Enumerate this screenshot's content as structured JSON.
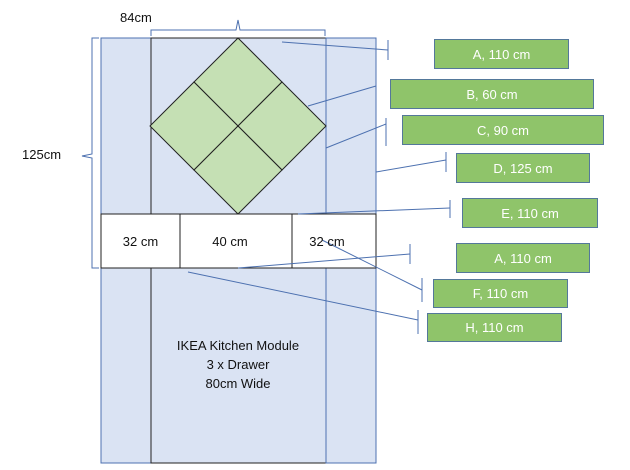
{
  "colors": {
    "panel_fill": "#dae3f3",
    "panel_stroke": "#4d71b0",
    "tile_fill": "#c5e0b4",
    "tag_fill": "#8fc46a",
    "connector": "#4d71b0"
  },
  "dimensions": {
    "width_label": "84cm",
    "height_label": "125cm"
  },
  "shelf_cells": [
    "32 cm",
    "40 cm",
    "32 cm"
  ],
  "cabinet": {
    "line1": "IKEA Kitchen Module",
    "line2": "3 x Drawer",
    "line3": "80cm Wide"
  },
  "tags": [
    {
      "id": "tag-a-top",
      "text": "A, 110 cm"
    },
    {
      "id": "tag-b",
      "text": "B, 60 cm"
    },
    {
      "id": "tag-c",
      "text": "C, 90 cm"
    },
    {
      "id": "tag-d",
      "text": "D, 125 cm"
    },
    {
      "id": "tag-e",
      "text": "E, 110 cm"
    },
    {
      "id": "tag-a-bottom",
      "text": "A, 110 cm"
    },
    {
      "id": "tag-f",
      "text": "F, 110 cm"
    },
    {
      "id": "tag-h",
      "text": "H, 110 cm"
    }
  ]
}
